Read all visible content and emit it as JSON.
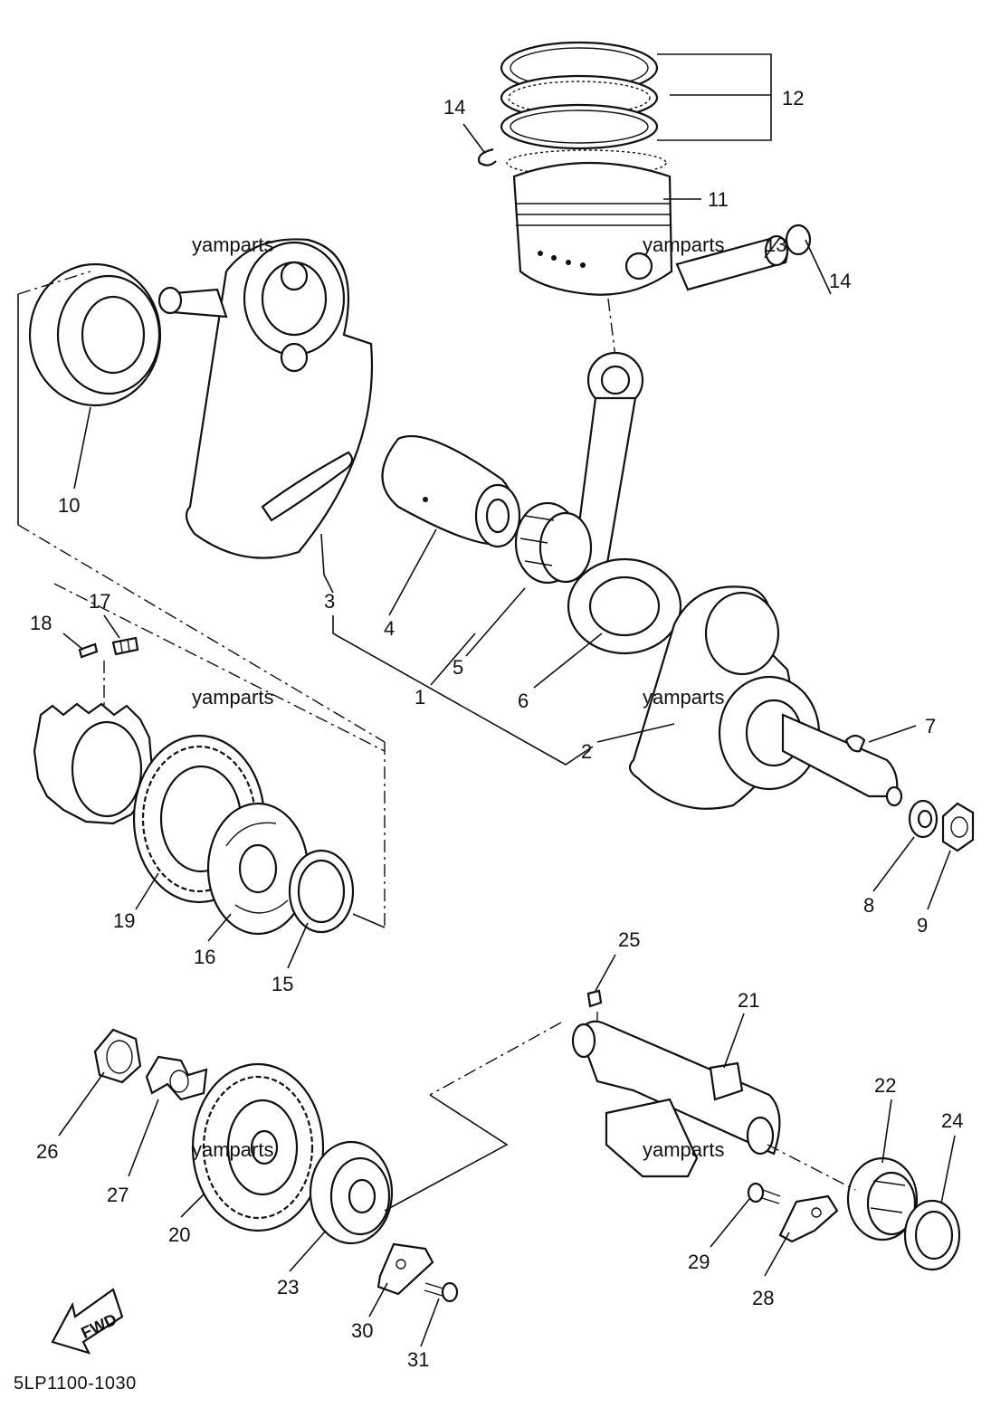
{
  "diagram_code": "5LP1100-1030",
  "watermark": "yamparts",
  "direction_label": "FWD",
  "callouts": [
    "1",
    "2",
    "3",
    "4",
    "5",
    "6",
    "7",
    "8",
    "9",
    "10",
    "11",
    "12",
    "13",
    "14",
    "15",
    "16",
    "17",
    "18",
    "19",
    "20",
    "21",
    "22",
    "23",
    "24",
    "25",
    "26",
    "27",
    "28",
    "29",
    "30",
    "31"
  ]
}
